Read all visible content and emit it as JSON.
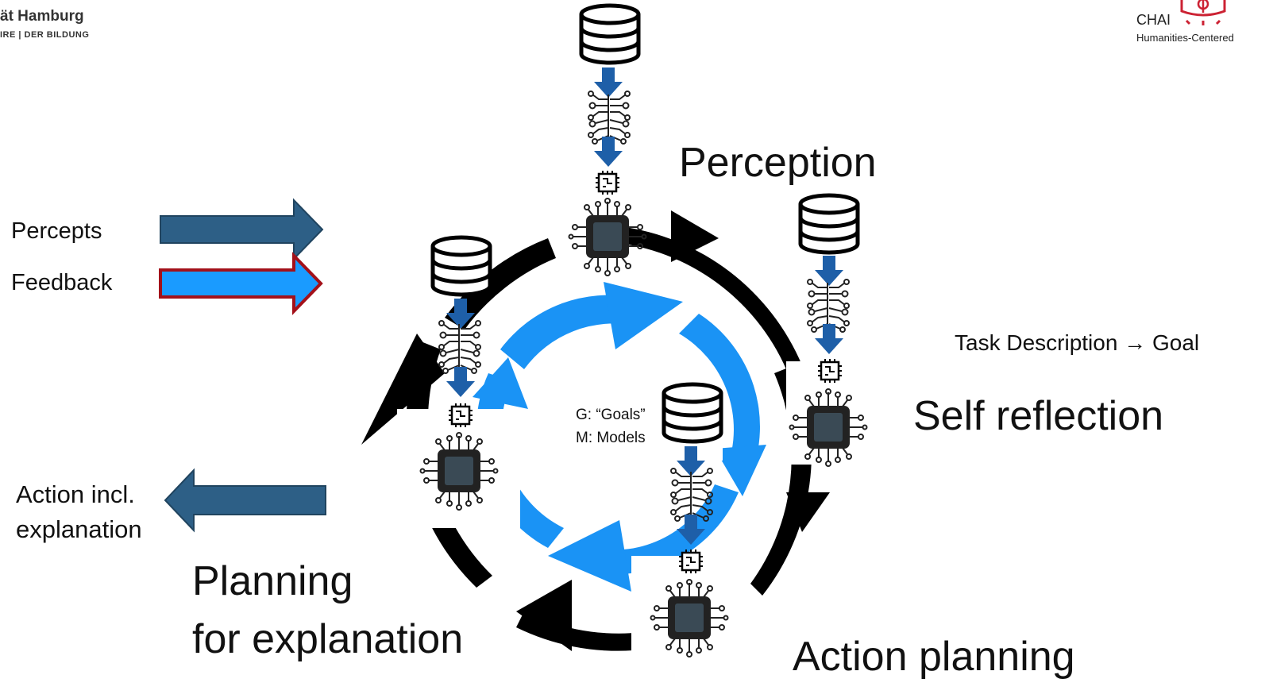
{
  "header": {
    "university_line1": "ät Hamburg",
    "university_line2": "IRE | DER BILDUNG",
    "brand": "CHAI",
    "brand_tagline": "Humanities-Centered"
  },
  "stages": {
    "perception": "Perception",
    "self_reflection": "Self reflection",
    "action_planning": "Action planning",
    "planning_explanation_line1": "Planning",
    "planning_explanation_line2": "for explanation"
  },
  "inputs": {
    "percepts": "Percepts",
    "feedback": "Feedback"
  },
  "output": {
    "line1": "Action incl.",
    "line2": "explanation"
  },
  "task": "Task Description → Goal",
  "center": {
    "goals": "G: “Goals”",
    "models": "M: Models"
  },
  "icons": [
    "database-icon",
    "neural-network-icon",
    "chip-icon"
  ],
  "colors": {
    "dark_arrow": "#2d5f86",
    "light_arrow": "#1a9bff",
    "feedback_border": "#a3111a",
    "cycle_blue": "#1a93f5",
    "down_arrow": "#1e5fa8",
    "chai_red": "#cc2233"
  }
}
